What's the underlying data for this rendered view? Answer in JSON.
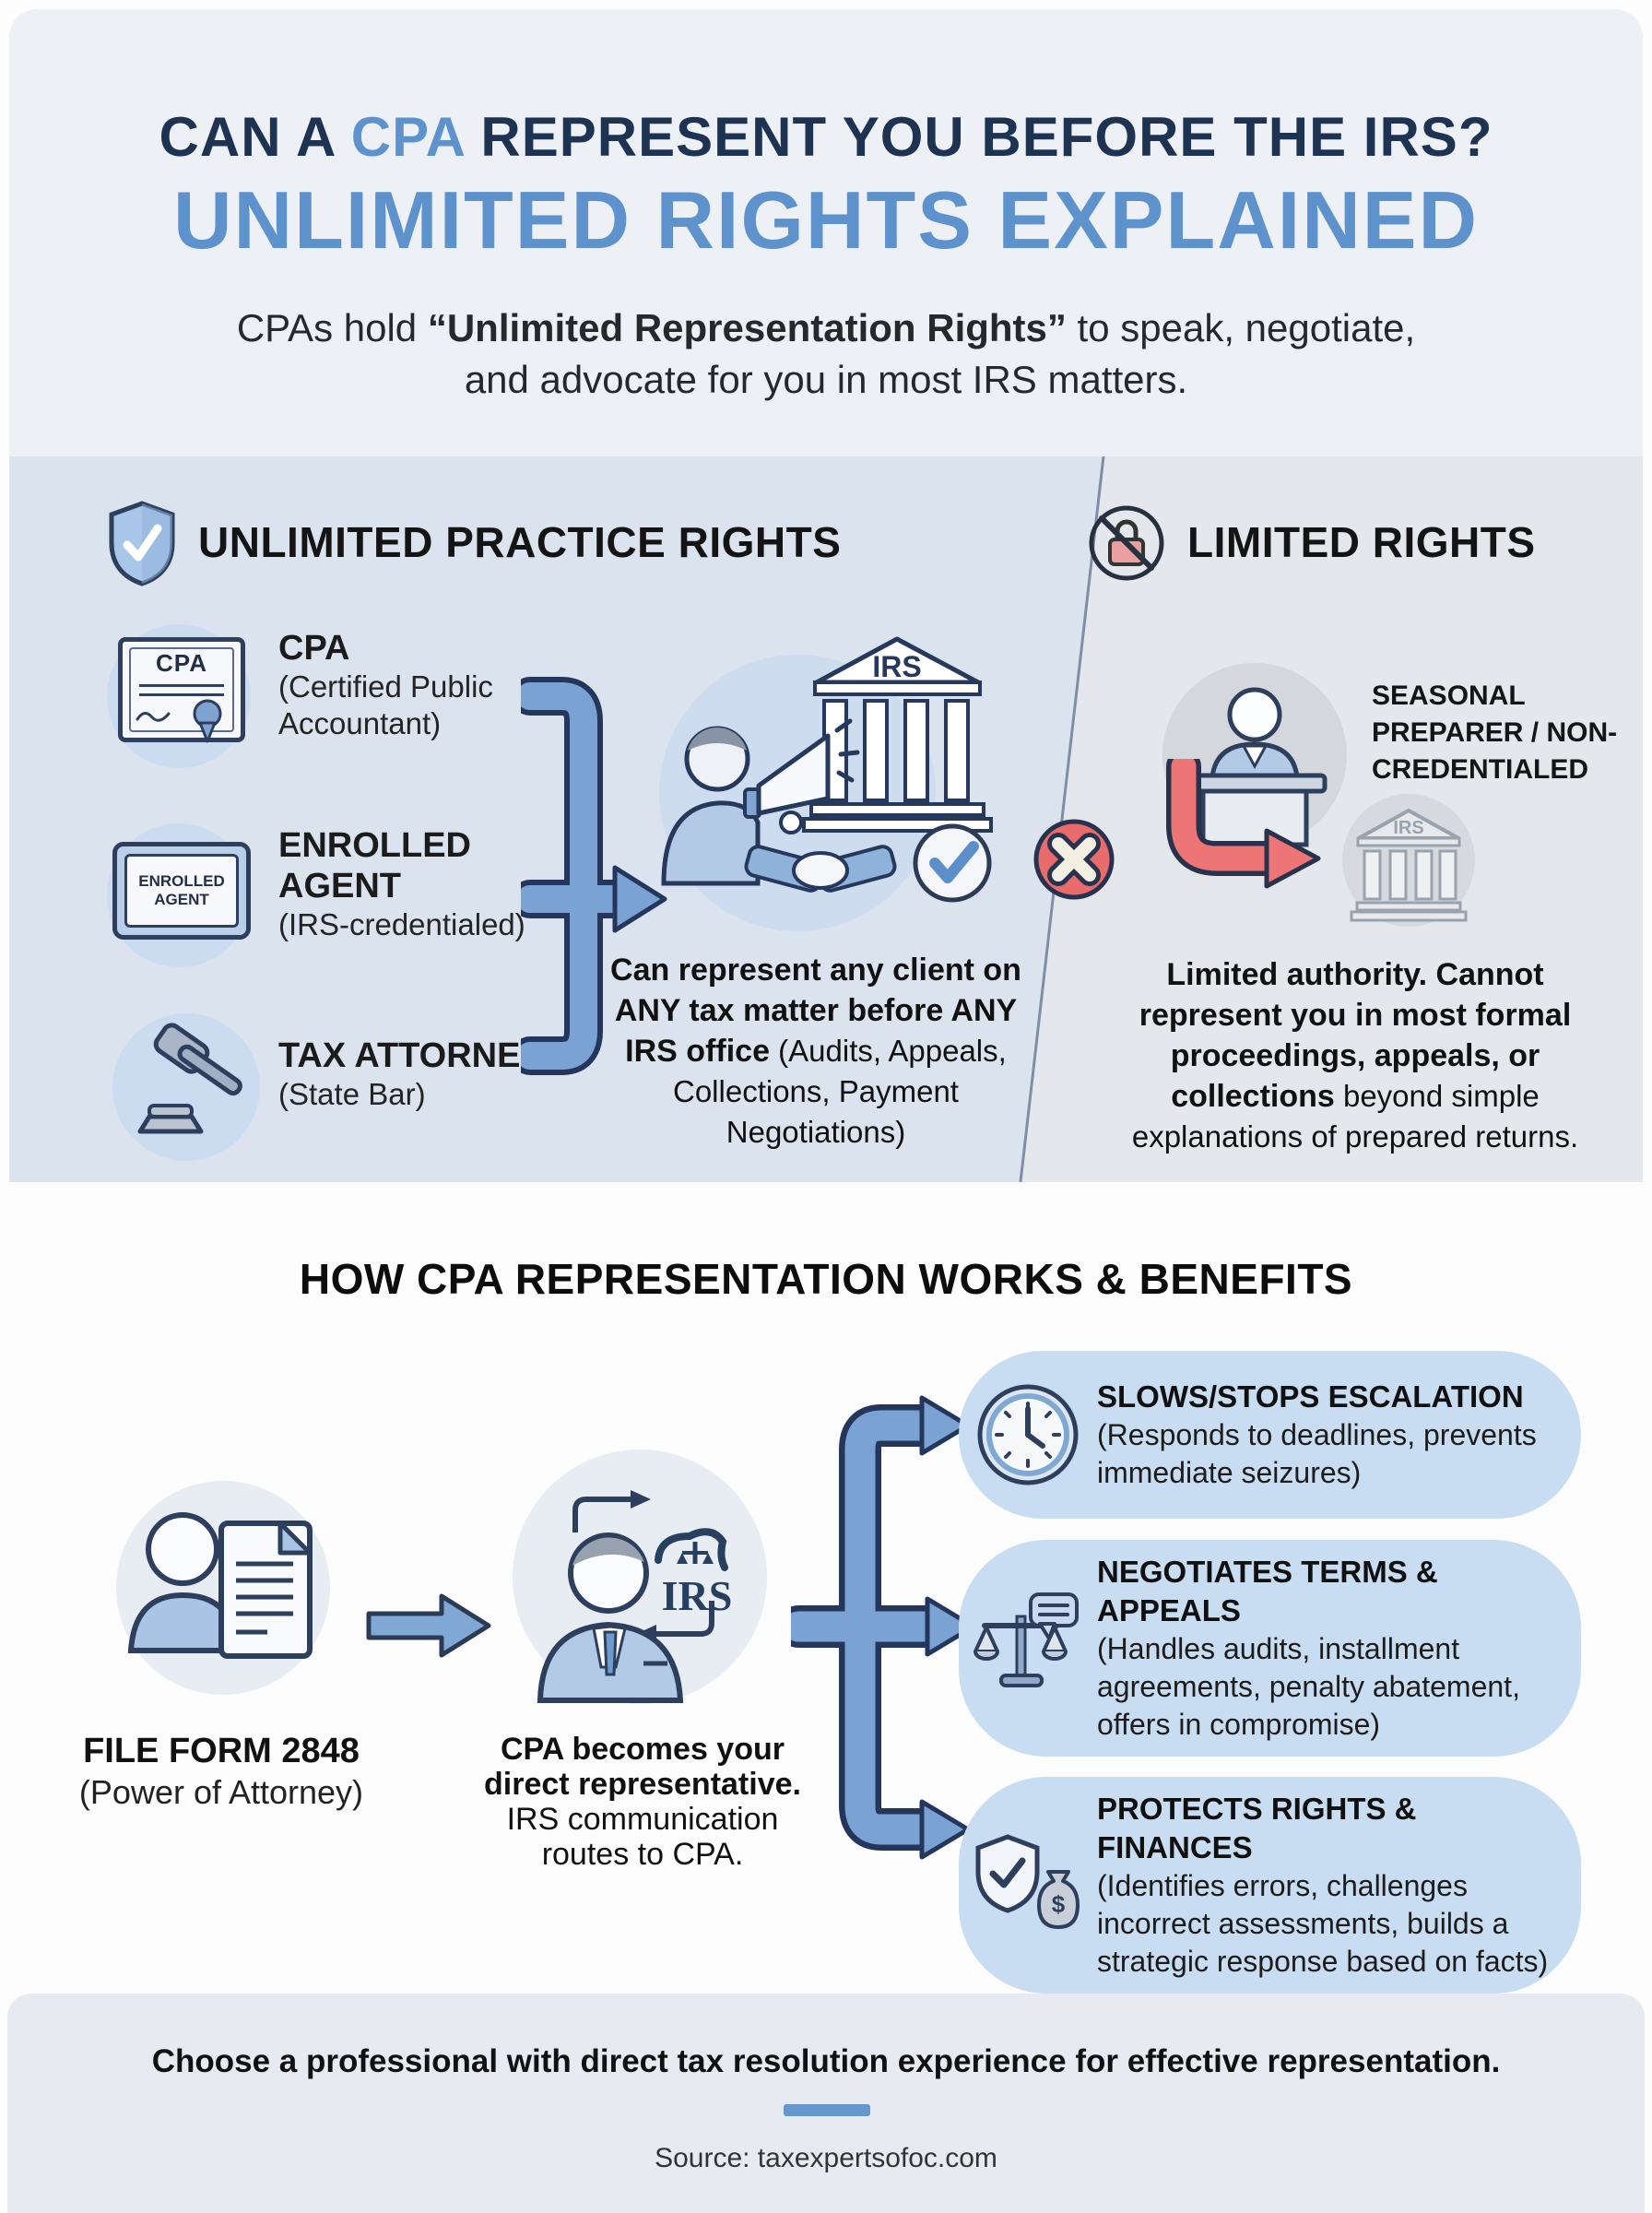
{
  "colors": {
    "accent_blue": "#5d92cc",
    "navy_title": "#1e3252",
    "panel_left": "#dbe3ef",
    "panel_right": "#e4e8ed",
    "divider": "#7e8ea4",
    "red": "#e96c6c",
    "arrow_blue": "#7aa3d3",
    "pill_bg": "#c8ddf1",
    "footer_bg": "#e7ebf1"
  },
  "icons": {
    "shield-check-icon": "blue shield with white checkmark",
    "no-lock-icon": "crossed-out pink padlock in circle",
    "certificate-icon": "CPA certificate with ribbon seal",
    "enrolled-badge-icon": "framed ENROLLED AGENT badge",
    "gavel-icon": "judge gavel",
    "spokesperson-irs-icon": "person with megaphone, IRS building, handshake, check circle",
    "x-mark-icon": "red circle with cream X",
    "desk-preparer-icon": "person behind desk",
    "red-elbow-arrow-icon": "red down-then-right arrow",
    "grey-irs-icon": "greyed-out IRS building",
    "person-document-icon": "person with form document",
    "right-arrow-icon": "blue right arrow",
    "cpa-suit-irs-icon": "suited CPA with IRS emblem and routing arrows",
    "branch-arrows-icon": "blue bracket splitting into three arrows",
    "clock-icon": "wall clock",
    "scales-chat-icon": "balance scales with speech bubble",
    "shield-moneybag-icon": "check shield with dollar money bag"
  },
  "header": {
    "title1_pre": "CAN A ",
    "title1_highlight": "CPA",
    "title1_post": " REPRESENT YOU BEFORE THE IRS?",
    "title2": "UNLIMITED RIGHTS EXPLAINED",
    "subtitle_pre": "CPAs hold ",
    "subtitle_bold": "“Unlimited Representation Rights”",
    "subtitle_post": " to speak, negotiate, and advocate for you in most IRS matters."
  },
  "comparison": {
    "left": {
      "heading": "UNLIMITED PRACTICE RIGHTS",
      "credentials": [
        {
          "badge_text": "CPA",
          "label": "CPA",
          "sub": "(Certified Public Accountant)"
        },
        {
          "badge_text": "ENROLLED AGENT",
          "label": "ENROLLED AGENT",
          "sub": "(IRS-credentialed)"
        },
        {
          "badge_text": "",
          "label": "TAX ATTORNEY",
          "sub": "(State Bar)"
        }
      ],
      "irs_label": "IRS",
      "caption_bold": "Can represent any client on ANY tax matter before ANY IRS office",
      "caption_regular": " (Audits, Appeals, Collections, Payment Negotiations)"
    },
    "right": {
      "heading": "LIMITED RIGHTS",
      "preparer_label": "SEASONAL PREPARER / NON-CREDENTIALED",
      "irs_label": "IRS",
      "caption_bold": "Limited authority. Cannot represent you in most formal proceedings, appeals, or collections",
      "caption_regular": " beyond simple explanations of prepared returns."
    }
  },
  "how": {
    "heading": "HOW CPA REPRESENTATION WORKS & BENEFITS",
    "step1": {
      "title": "FILE FORM 2848",
      "sub": "(Power of Attorney)"
    },
    "step2": {
      "irs_label": "IRS",
      "caption_bold": "CPA becomes your direct representative.",
      "caption_regular": " IRS communication routes to CPA."
    },
    "benefits": [
      {
        "title": "SLOWS/STOPS ESCALATION",
        "desc": "(Responds to deadlines, prevents immediate seizures)"
      },
      {
        "title": "NEGOTIATES TERMS & APPEALS",
        "desc": "(Handles audits, installment agreements, penalty abatement, offers in compromise)"
      },
      {
        "title": "PROTECTS RIGHTS & FINANCES",
        "desc": "(Identifies errors, challenges incorrect assessments, builds a strategic response based on facts)"
      }
    ]
  },
  "footer": {
    "message": "Choose a professional with direct tax resolution experience for effective representation.",
    "source": "Source: taxexpertsofoc.com"
  }
}
